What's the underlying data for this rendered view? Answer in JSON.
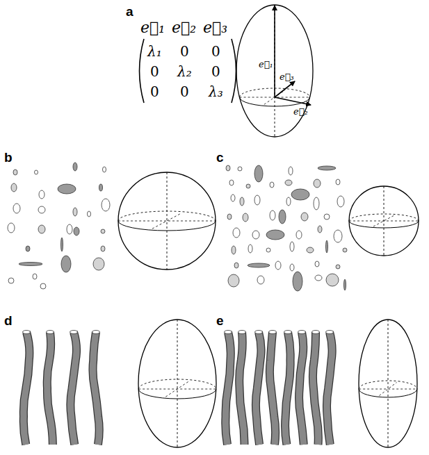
{
  "diagram": {
    "labels": [
      "a",
      "b",
      "c",
      "d",
      "e",
      "e⃗₁",
      "e⃗₂",
      "e⃗₃",
      "λ₁",
      "0",
      "0",
      "0",
      "λ₂",
      "0",
      "0",
      "0",
      "λ₃",
      "e⃗₁",
      "e⃗₂",
      "e⃗₃"
    ]
  }
}
